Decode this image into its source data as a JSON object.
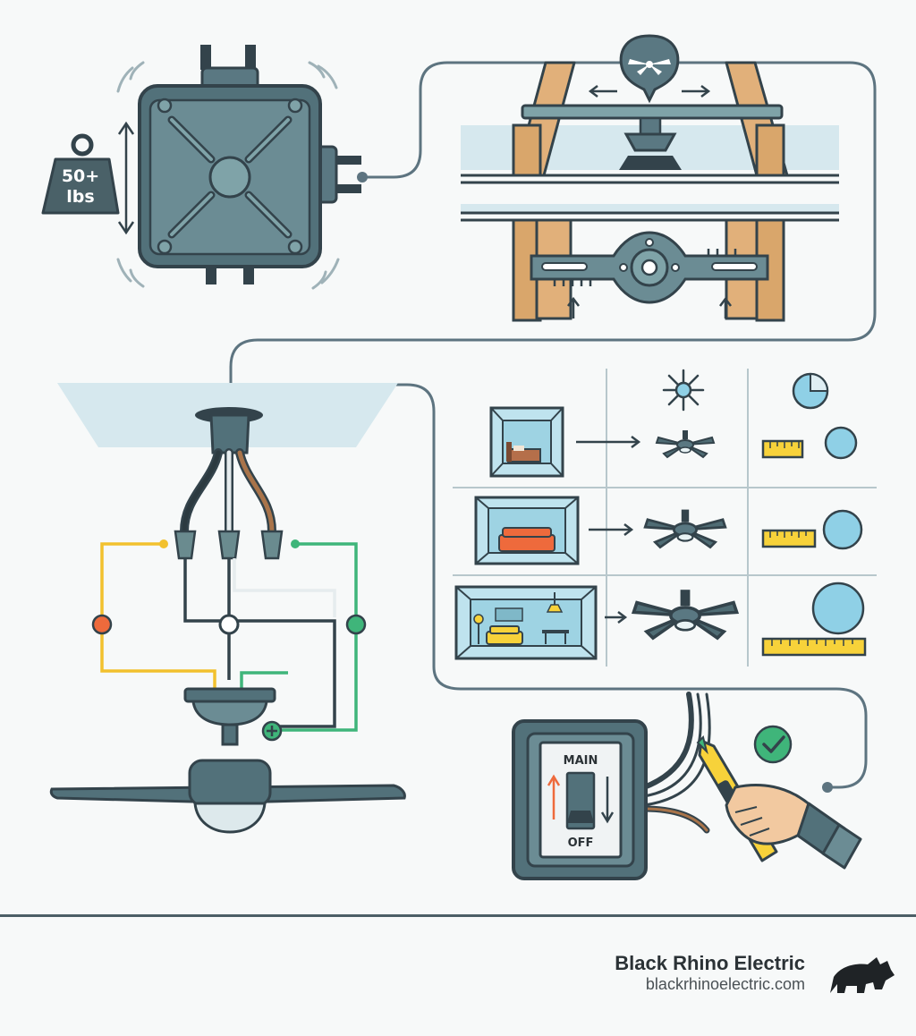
{
  "weight_badge": {
    "line1": "50+",
    "line2": "lbs"
  },
  "breaker": {
    "top_label": "MAIN",
    "bottom_label": "OFF"
  },
  "brand": {
    "name": "Black Rhino Electric",
    "url": "blackrhinoelectric.com"
  },
  "colors": {
    "outline": "#33434b",
    "metal": "#5a7882",
    "metal_light": "#7fa3a8",
    "wood": "#d9a66b",
    "ceiling": "#d6e8ee",
    "connector": "#6a8b8f",
    "wire_hot": "#f2c12e",
    "wire_ground": "#3fb57a",
    "wire_neutral": "#e6ecee",
    "wire_brown": "#a9744a",
    "accent_red": "#ee6a3c",
    "sky_blue": "#8fd0e6",
    "ruler_yellow": "#f7d23a"
  },
  "icons": [
    "weight-icon",
    "junction-box-icon",
    "ceiling-fan-icon",
    "brace-bar-icon",
    "bedroom-icon",
    "living-room-icon",
    "open-room-icon",
    "light-icon",
    "ruler-icon",
    "size-circle-icon",
    "breaker-switch-icon",
    "voltage-tester-icon",
    "check-icon",
    "rhino-logo-icon"
  ]
}
